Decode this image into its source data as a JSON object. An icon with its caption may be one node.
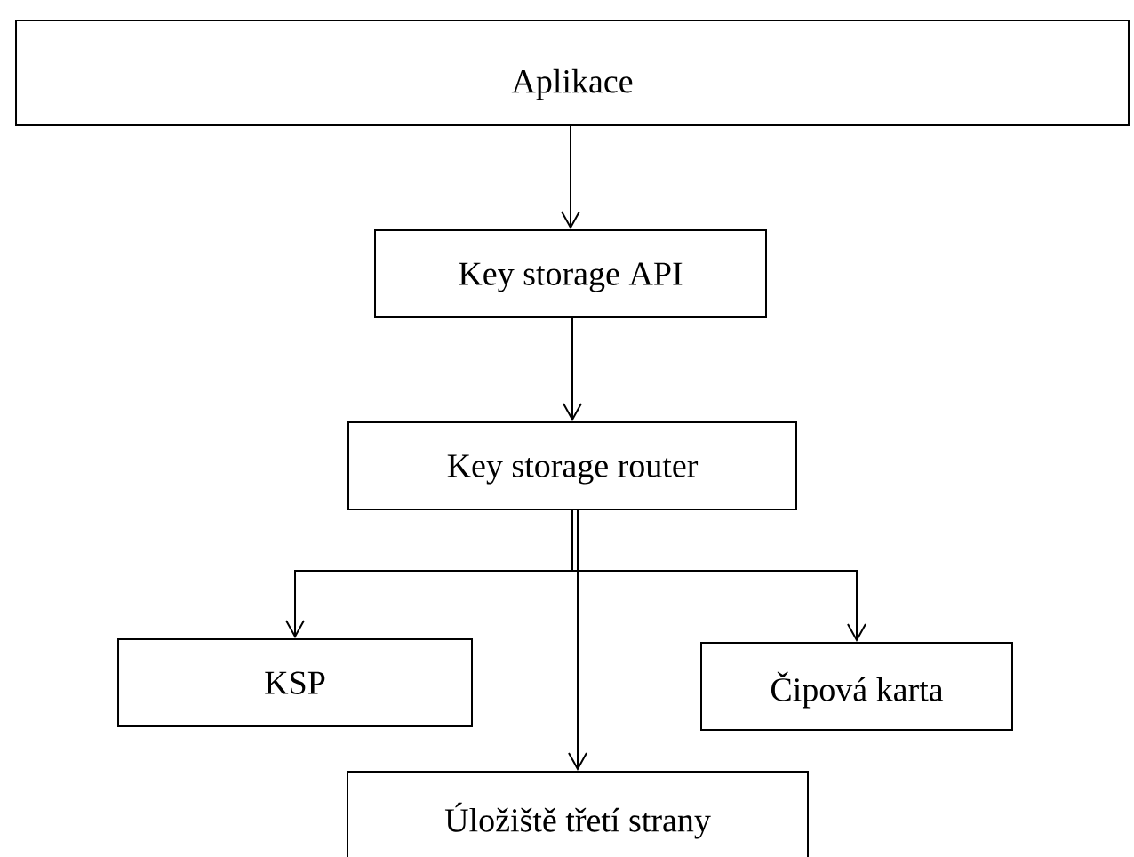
{
  "diagram": {
    "nodes": [
      {
        "text": [
          "Aplikace"
        ]
      },
      {
        "text": [
          "Key storage API"
        ]
      },
      {
        "text": [
          "Key storage router"
        ]
      },
      {
        "text": [
          "KSP"
        ]
      },
      {
        "text": [
          "Čipová karta"
        ]
      },
      {
        "text": [
          "Úložiště třetí strany"
        ]
      }
    ],
    "edges": [
      {
        "from": 0,
        "to": 1,
        "arrow": "to"
      },
      {
        "from": 1,
        "to": 2,
        "arrow": "to"
      },
      {
        "from": 2,
        "to": 3,
        "arrow": "to"
      },
      {
        "from": 2,
        "to": 4,
        "arrow": "to"
      },
      {
        "from": 2,
        "to": 5,
        "arrow": "to"
      }
    ]
  }
}
